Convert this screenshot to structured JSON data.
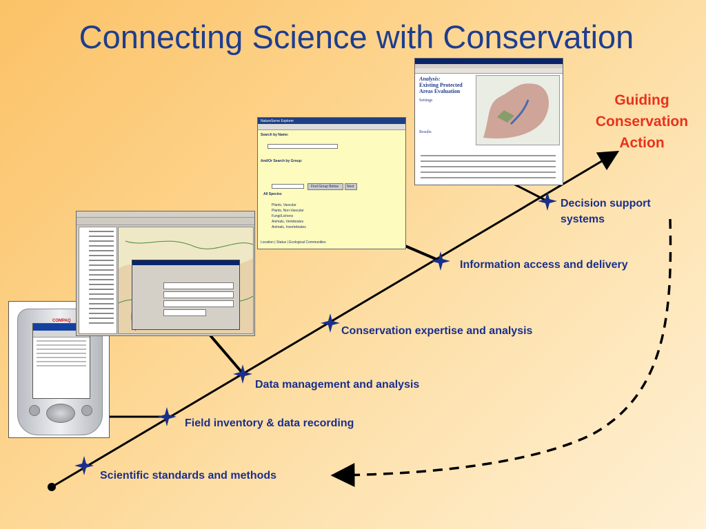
{
  "title": "Connecting Science with Conservation",
  "guiding": {
    "line1": "Guiding",
    "line2": "Conservation",
    "line3": "Action"
  },
  "steps": [
    {
      "label": "Scientific standards and methods"
    },
    {
      "label": "Field inventory & data recording"
    },
    {
      "label": "Data management and analysis"
    },
    {
      "label": "Conservation expertise and analysis"
    },
    {
      "label": "Information access and delivery"
    },
    {
      "label": "Decision support systems",
      "line1": "Decision support",
      "line2": "systems"
    }
  ],
  "screenshots": {
    "pda": {
      "brand": "COMPAQ"
    },
    "explorer": {
      "site": "NatureServe Explorer",
      "search_by_name": "Search by Name:",
      "search_by_group": "And/Or Search by Group:",
      "find_group_button": "Find Group Below",
      "next_button": "Next",
      "all_species": "All Species",
      "groups": [
        "Plants, Vascular",
        "Plants, Non-Vascular",
        "Fungi/Lichens",
        "Animals, Vertebrates",
        "Animals, Invertebrates"
      ],
      "footer": "Location | Status | Ecological Communities"
    },
    "report": {
      "heading1": "Analysis:",
      "heading2": "Existing Protected",
      "heading3": "Areas Evaluation",
      "settings": "Settings",
      "results": "Results"
    }
  },
  "colors": {
    "title": "#1d3d8f",
    "labels": "#1a2f8a",
    "guiding": "#e8321c",
    "star": "#1a2f8a",
    "line": "#000000"
  }
}
